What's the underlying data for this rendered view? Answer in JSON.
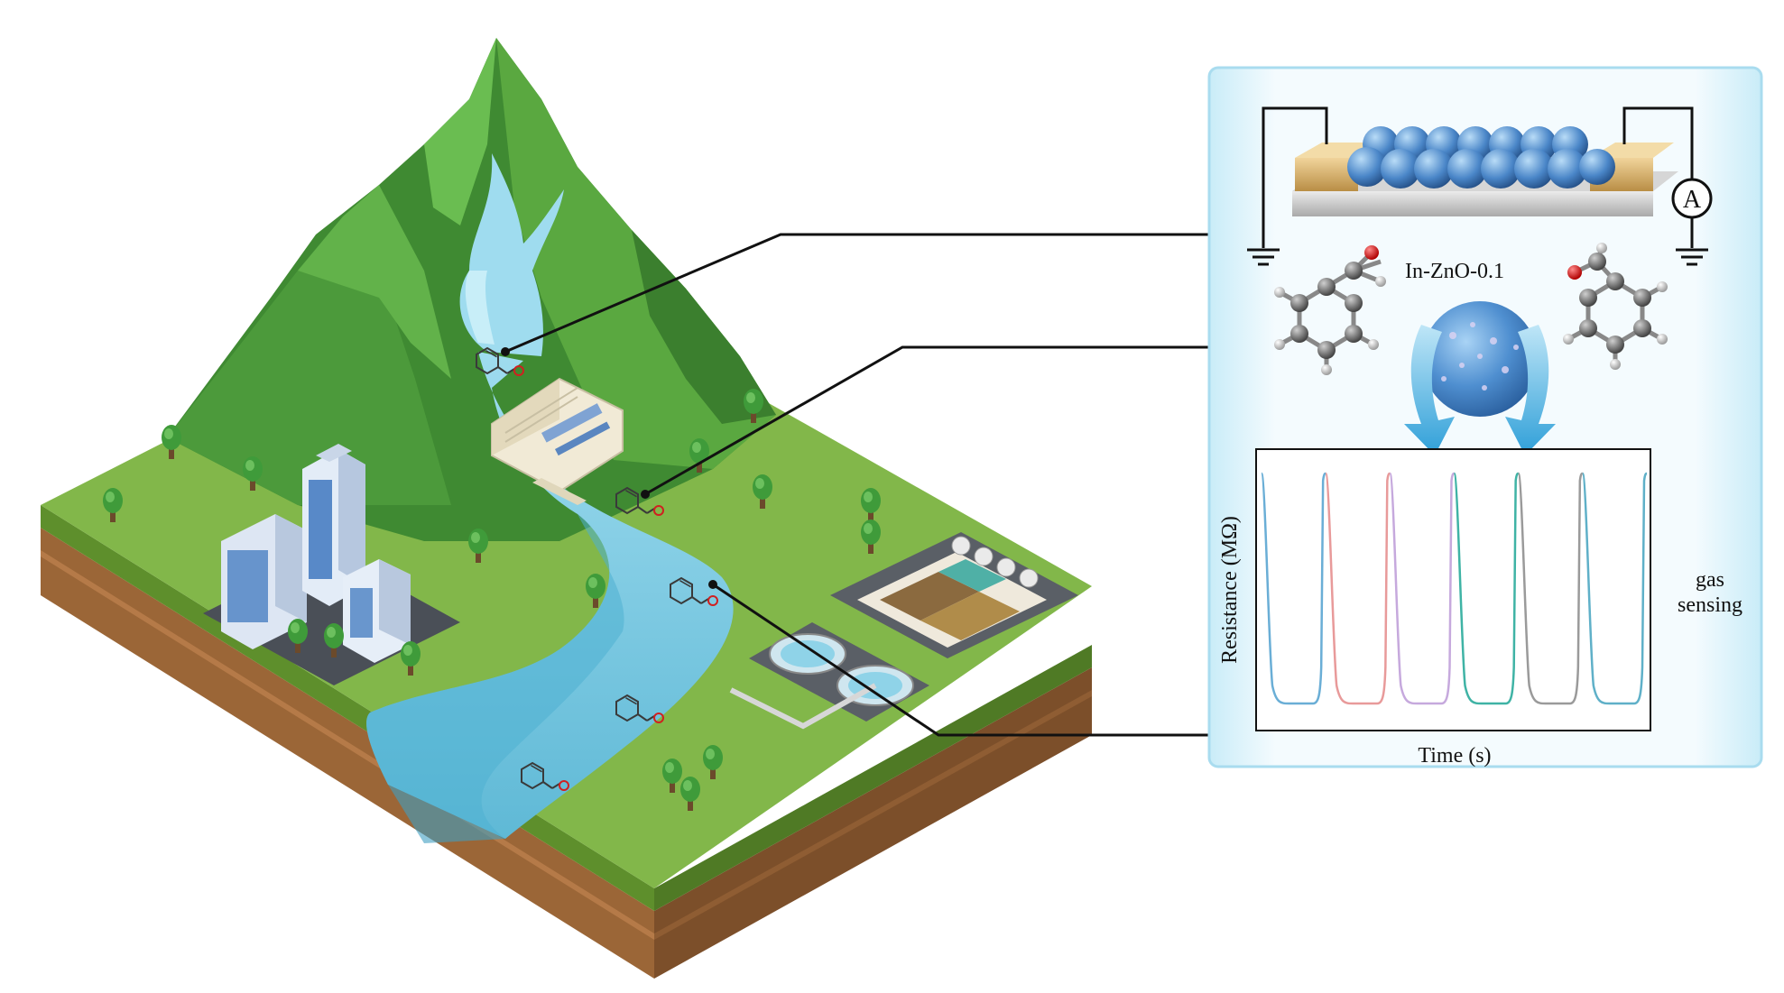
{
  "figure": {
    "material_label": "In-ZnO-0.1",
    "sensing_label_line1": "gas",
    "sensing_label_line2": "sensing",
    "ammeter_symbol": "A",
    "plot": {
      "xlabel": "Time (s)",
      "ylabel": "Resistance (MΩ)"
    },
    "molecule_oxygen_symbol": "O"
  },
  "colors": {
    "grass": "#7cb342",
    "mountain": "#4f9a3a",
    "soil": "#a06a3c",
    "water": "#8fd3e8",
    "panel_bg": "#dff2fb",
    "panel_border": "#b9e3f3",
    "nanosphere": "#4a86c8",
    "arrow": "#3aa8dc"
  },
  "icons": [
    "benzaldehyde-molecule-icon",
    "ammeter-icon",
    "ground-icon",
    "tree-icon",
    "building-icon",
    "dam-icon",
    "treatment-plant-icon"
  ],
  "chart_data": {
    "type": "line",
    "title": "",
    "xlabel": "Time (s)",
    "ylabel": "Resistance (MΩ)",
    "grid": false,
    "legend": "none",
    "cycles": 6,
    "series_colors": [
      "#6aaed6",
      "#e89a9a",
      "#c6a9dd",
      "#3fb3a5",
      "#9a9a9a",
      "#5fb0c8"
    ]
  }
}
